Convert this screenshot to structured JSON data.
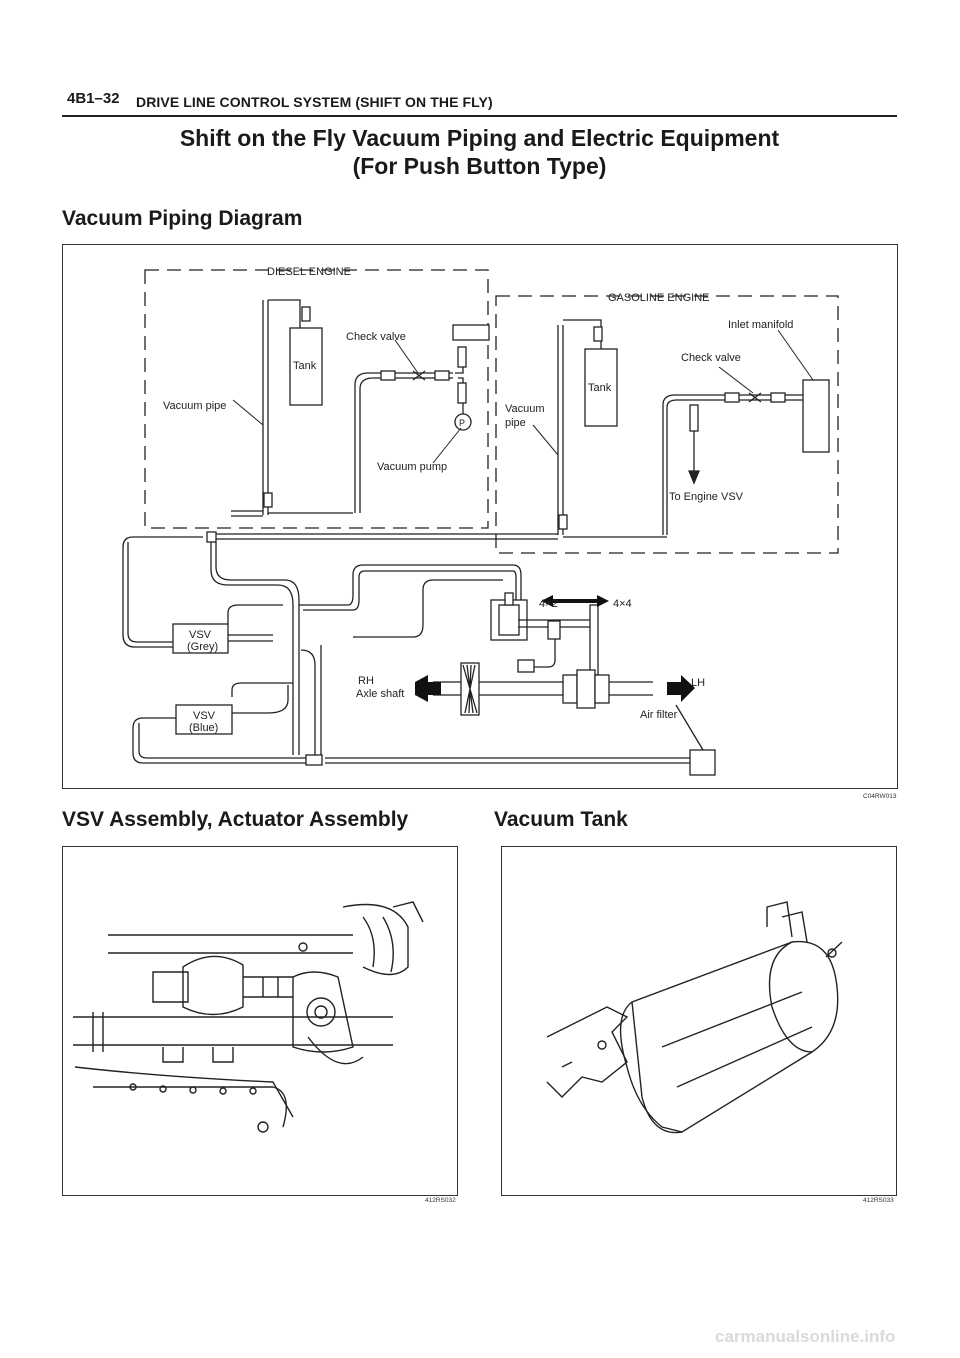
{
  "header": {
    "section_code": "4B1–32",
    "section_title": "DRIVE LINE CONTROL SYSTEM (SHIFT ON THE FLY)"
  },
  "page_title": {
    "line1": "Shift on the Fly Vacuum Piping and Electric Equipment",
    "line2": "(For Push Button Type)"
  },
  "vacuum_diagram": {
    "heading": "Vacuum Piping Diagram",
    "figure_code": "C04RW013",
    "labels": {
      "diesel_engine": "DIESEL ENGINE",
      "gasoline_engine": "GASOLINE ENGINE",
      "tank_diesel": "Tank",
      "tank_gasoline": "Tank",
      "check_valve_diesel": "Check valve",
      "check_valve_gasoline": "Check valve",
      "vacuum_pipe_diesel": "Vacuum pipe",
      "vacuum_pipe_gasoline_1": "Vacuum",
      "vacuum_pipe_gasoline_2": "pipe",
      "vacuum_pump": "Vacuum pump",
      "pump_symbol": "P",
      "inlet_manifold": "Inlet manifold",
      "to_engine_vsv": "To Engine VSV",
      "mode_4x2": "4×2",
      "mode_4x4": "4×4",
      "vsv_grey_1": "VSV",
      "vsv_grey_2": "(Grey)",
      "vsv_blue_1": "VSV",
      "vsv_blue_2": "(Blue)",
      "rh": "RH",
      "axle_shaft": "Axle shaft",
      "lh": "LH",
      "air_filter": "Air filter"
    }
  },
  "vsv_assembly": {
    "heading": "VSV Assembly, Actuator Assembly",
    "figure_code": "412RS032"
  },
  "vacuum_tank": {
    "heading": "Vacuum Tank",
    "figure_code": "412RS033"
  },
  "footer": {
    "watermark": "carmanualsonline.info"
  }
}
